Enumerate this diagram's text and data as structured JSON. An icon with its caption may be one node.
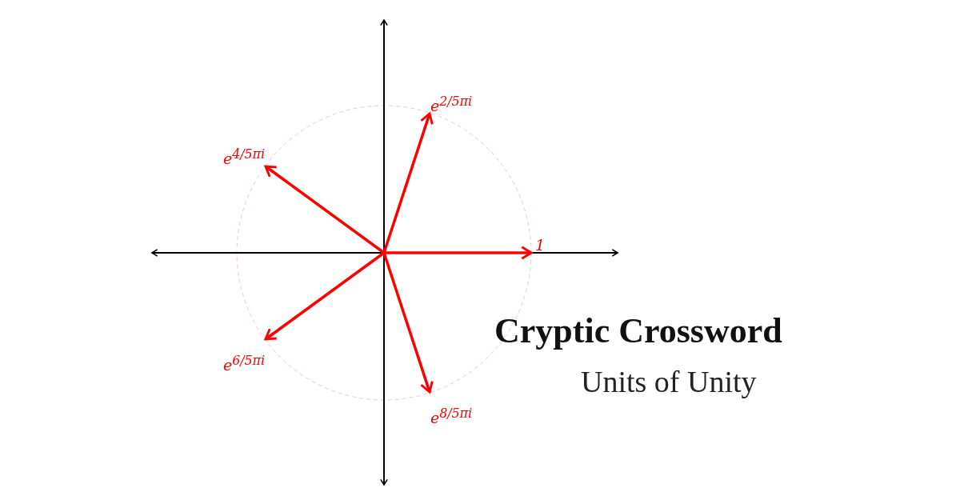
{
  "diagram": {
    "title": "Cryptic Crossword",
    "nodes": [
      {
        "text": [
          "1"
        ]
      },
      {
        "text": [
          "e$^{2/5πi}$"
        ]
      },
      {
        "text": [
          "e$^{4/5πi}$"
        ]
      },
      {
        "text": [
          "e$^{6/5πi}$"
        ]
      },
      {
        "text": [
          "e$^{8/5πi}$"
        ]
      }
    ],
    "edges": [
      {
        "from": null,
        "to": 0,
        "arrow": "to"
      },
      {
        "from": null,
        "to": 1,
        "arrow": "to"
      },
      {
        "from": null,
        "to": 2,
        "arrow": "to"
      },
      {
        "from": null,
        "to": 3,
        "arrow": "to"
      },
      {
        "from": null,
        "to": 4,
        "arrow": "to"
      }
    ],
    "labels": [
      "Units of Unity"
    ]
  }
}
